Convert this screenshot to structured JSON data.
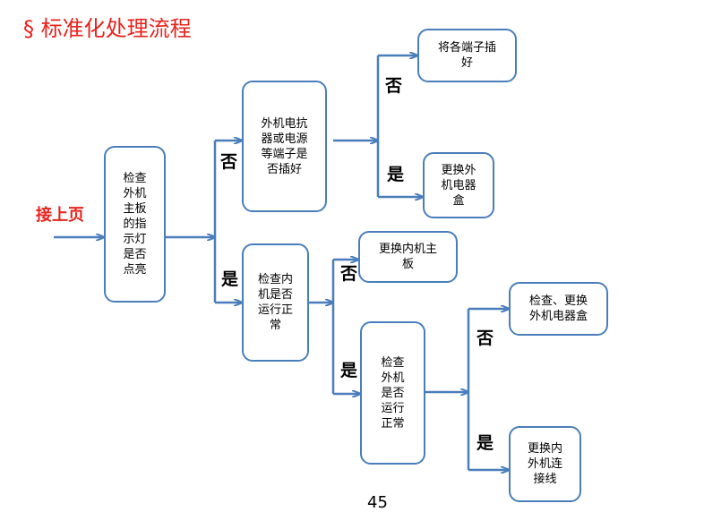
{
  "title": "§ 标准化处理流程",
  "entry_label": "接上页",
  "page_number": "45",
  "colors": {
    "title": "#e8231d",
    "line": "#4a7ebb"
  },
  "nodes": {
    "check_indicator": "检查\n外机\n主板\n的指\n示灯\n是否\n点亮",
    "check_terminals": "外机电抗\n器或电源\n等端子是\n否插好",
    "plug_terminals": "将各端子插\n好",
    "replace_outdoor_box": "更换外\n机电器\n盒",
    "check_indoor_running": "检查内\n机是否\n运行正\n常",
    "replace_indoor_board": "更换内机主\n板",
    "check_outdoor_running": "检查\n外机\n是否\n运行\n正常",
    "check_replace_outdoor_box": "检查、更换\n外机电器盒",
    "replace_connection_wire": "更换内\n外机连\n接线"
  },
  "branches": {
    "b1_no": "否",
    "b1_yes": "是",
    "b2_no": "否",
    "b2_yes": "是",
    "b3_no": "否",
    "b3_yes": "是",
    "b4_no": "否",
    "b4_yes": "是"
  }
}
